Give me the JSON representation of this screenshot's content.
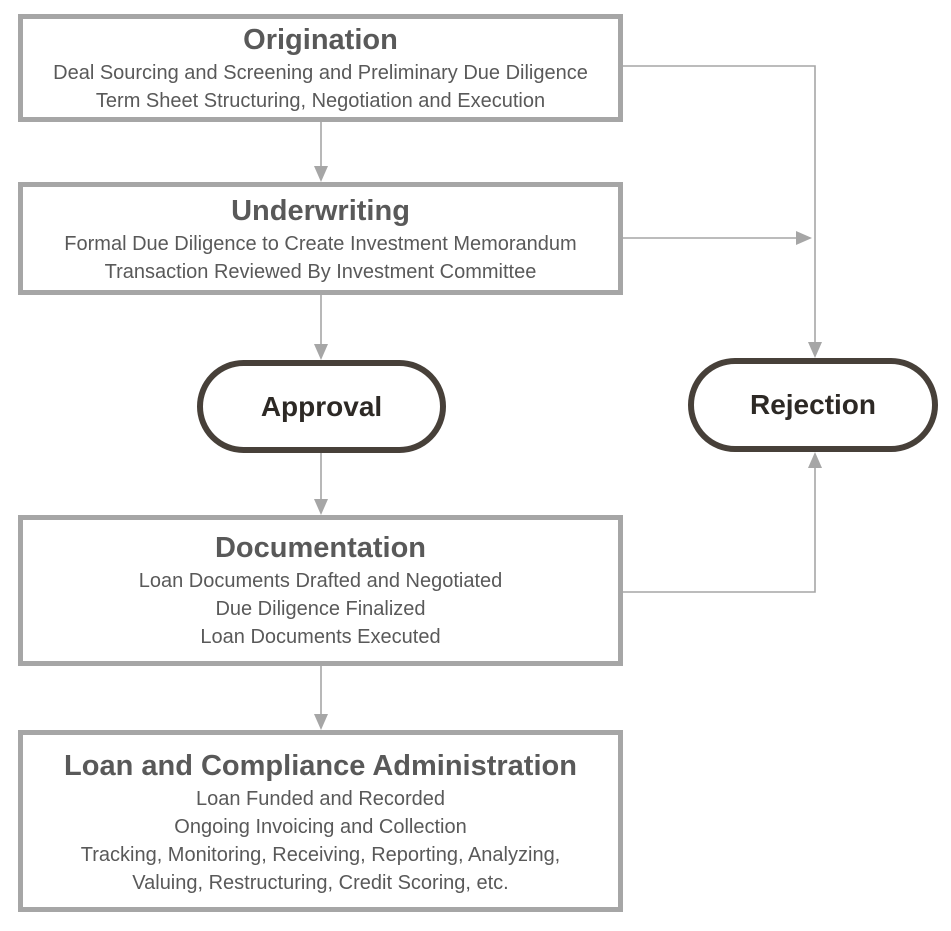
{
  "nodes": {
    "origination": {
      "title": "Origination",
      "lines": [
        "Deal Sourcing and Screening and Preliminary Due Diligence",
        "Term Sheet Structuring, Negotiation and Execution"
      ]
    },
    "underwriting": {
      "title": "Underwriting",
      "lines": [
        "Formal Due Diligence to Create Investment Memorandum",
        "Transaction Reviewed By Investment Committee"
      ]
    },
    "approval": {
      "label": "Approval"
    },
    "rejection": {
      "label": "Rejection"
    },
    "documentation": {
      "title": "Documentation",
      "lines": [
        "Loan Documents Drafted and Negotiated",
        "Due Diligence Finalized",
        "Loan Documents Executed"
      ]
    },
    "loan_admin": {
      "title": "Loan and Compliance Administration",
      "lines": [
        "Loan Funded and Recorded",
        "Ongoing Invoicing and Collection",
        "Tracking, Monitoring, Receiving, Reporting, Analyzing,",
        "Valuing, Restructuring, Credit Scoring, etc."
      ]
    }
  },
  "edges": [
    {
      "from": "Origination",
      "to": "Underwriting"
    },
    {
      "from": "Underwriting",
      "to": "Approval"
    },
    {
      "from": "Approval",
      "to": "Documentation"
    },
    {
      "from": "Documentation",
      "to": "Loan and Compliance Administration"
    },
    {
      "from": "Origination",
      "to": "Rejection"
    },
    {
      "from": "Underwriting",
      "to": "Rejection"
    },
    {
      "from": "Documentation",
      "to": "Rejection"
    }
  ],
  "colors": {
    "box_border": "#a6a6a6",
    "text": "#595959",
    "pill_border": "#474039",
    "pill_text": "#2d2925",
    "connector": "#a6a6a6",
    "background": "#ffffff"
  }
}
